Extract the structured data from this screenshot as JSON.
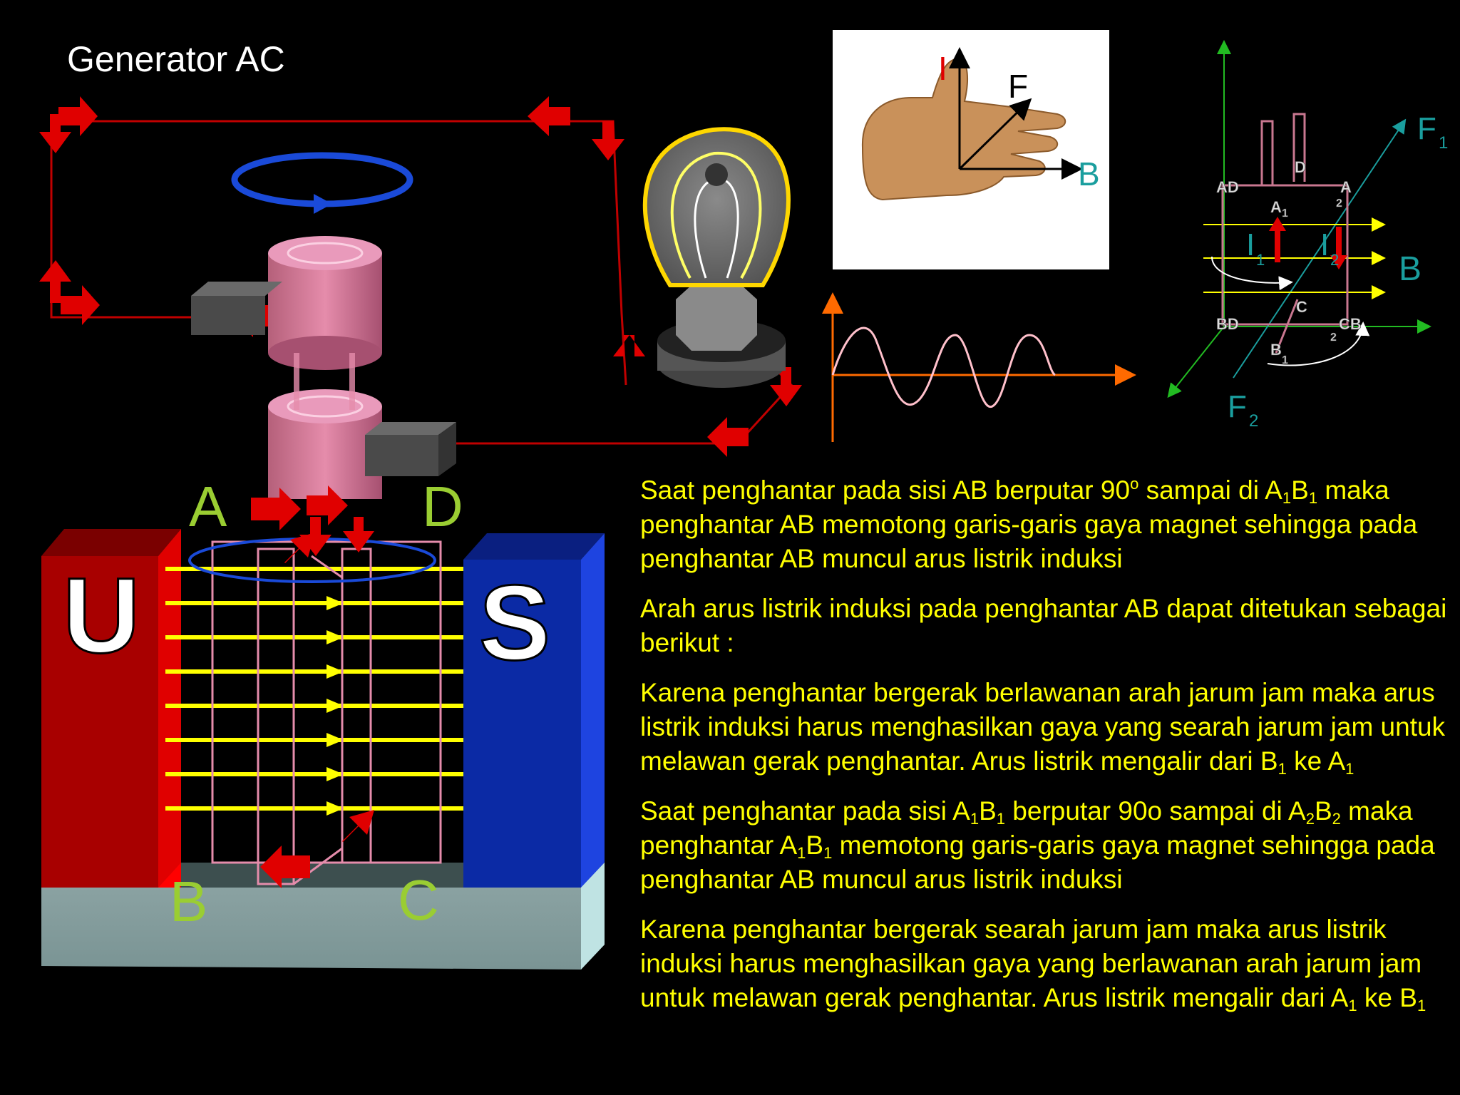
{
  "title": "Generator AC",
  "magnet": {
    "north_label": "U",
    "south_label": "S",
    "north_color": "#a80000",
    "south_color": "#0b2aa5"
  },
  "coil_labels": {
    "a": "A",
    "b": "B",
    "c": "C",
    "d": "D"
  },
  "hand_rule": {
    "i": "I",
    "f": "F",
    "b": "B"
  },
  "force_diagram": {
    "f1": "F",
    "f1_sub": "1",
    "f2": "F",
    "f2_sub": "2",
    "b": "B",
    "i1": "I",
    "i1_sub": "1",
    "i2": "I",
    "i2_sub": "2",
    "corner_ad": "AD",
    "corner_d": "D",
    "corner_a2": "A",
    "corner_a2_sub": "2",
    "corner_a1": "A",
    "corner_a1_sub": "1",
    "corner_bd": "BD",
    "corner_c": "C",
    "corner_cb": "CB",
    "corner_cb_sub": "2",
    "corner_b1": "B",
    "corner_b1_sub": "1"
  },
  "paragraphs": {
    "p1": {
      "a": "Saat penghantar pada sisi AB berputar 90",
      "a_sup": "o",
      "b": " sampai di A",
      "b_sub": "1",
      "c": "B",
      "c_sub": "1",
      "d": " maka penghantar AB memotong garis-garis gaya magnet sehingga pada penghantar AB muncul arus listrik induksi"
    },
    "p2": "Arah arus listrik induksi pada penghantar AB dapat ditetukan sebagai berikut :",
    "p3": {
      "a": "Karena penghantar bergerak berlawanan arah jarum jam maka arus listrik induksi harus menghasilkan gaya yang searah jarum jam untuk melawan gerak penghantar. Arus listrik mengalir dari B",
      "a_sub": "1",
      "b": " ke A",
      "b_sub": "1"
    },
    "p4": {
      "a": "Saat penghantar pada sisi A",
      "a_sub": "1",
      "b": "B",
      "b_sub": "1",
      "c": " berputar 90o sampai di A",
      "c_sub": "2",
      "d": "B",
      "d_sub": "2",
      "e": " maka penghantar A",
      "e_sub": "1",
      "f": "B",
      "f_sub": "1",
      "g": " memotong garis-garis gaya magnet sehingga pada penghantar AB muncul arus listrik induksi"
    },
    "p5": {
      "a": "Karena penghantar bergerak searah jarum jam maka arus listrik induksi harus menghasilkan gaya yang berlawanan arah jarum jam untuk melawan gerak penghantar. Arus listrik mengalir dari A",
      "a_sub": "1",
      "b": " ke B",
      "b_sub": "1"
    }
  },
  "colors": {
    "text": "#ffff00",
    "arrow_red": "#e00000",
    "field_line": "#ffff00",
    "label_green": "#9acd32",
    "teal": "#1a9e9e"
  }
}
